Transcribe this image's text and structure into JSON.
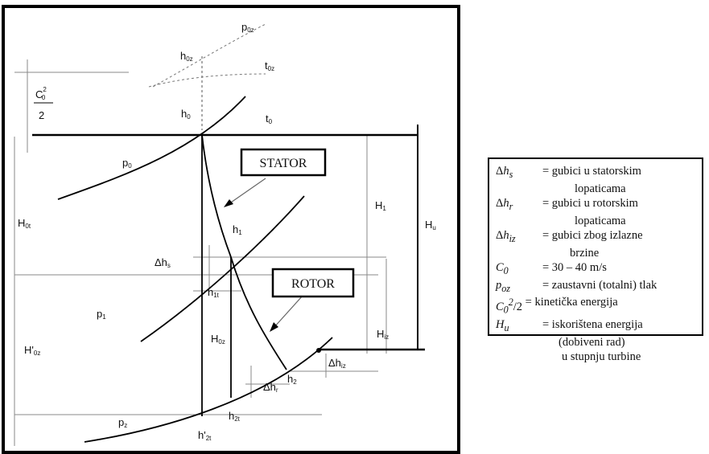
{
  "diagram": {
    "stator_label": "STATOR",
    "rotor_label": "ROTOR",
    "labels": {
      "c0_num": "C",
      "c0_den": "2",
      "p_oz": "p",
      "p_oz_sub": "0z",
      "h_oz": "h",
      "h_oz_sub": "0z",
      "t_oz": "t",
      "t_oz_sub": "0z",
      "h0": "h",
      "h0_sub": "0",
      "t0": "t",
      "t0_sub": "0",
      "p0": "p",
      "p0_sub": "0",
      "h1": "h",
      "h1_sub": "1",
      "h1t": "h",
      "h1t_sub": "1t",
      "dhs": "Δh",
      "dhs_sub": "s",
      "p1": "p",
      "p1_sub": "1",
      "h2": "h",
      "h2_sub": "2",
      "h2t": "h",
      "h2t_sub": "2t",
      "dhr": "Δh",
      "dhr_sub": "r",
      "dhiz": "Δh",
      "dhiz_sub": "iz",
      "pz": "p",
      "pz_sub": "z",
      "h2t_prime": "h'",
      "h2t_prime_sub": "2t",
      "Hst": "H",
      "Hst_sub": "0t",
      "Hprime0z": "H'",
      "Hprime0z_sub": "0z",
      "H1": "H",
      "H1_sub": "1",
      "Hu": "H",
      "Hu_sub": "u",
      "Hiz": "H",
      "Hiz_sub": "iz",
      "Hr": "H",
      "Hr_sub": "0z"
    }
  },
  "legend": {
    "items": [
      {
        "sym": "Δh",
        "sub": "s",
        "text": "= gubici u statorskim",
        "cont": "lopaticama"
      },
      {
        "sym": "Δh",
        "sub": "r",
        "text": "= gubici u rotorskim",
        "cont": "lopaticama"
      },
      {
        "sym": "Δh",
        "sub": "iz",
        "text": "= gubici zbog izlazne",
        "cont": "brzine"
      },
      {
        "sym": "C",
        "sub": "0",
        "text": "= 30 – 40 m/s"
      },
      {
        "sym": "p",
        "sub": "oz",
        "text": "= zaustavni (totalni) tlak"
      },
      {
        "sym": "C",
        "sub": "0",
        "sup": "2",
        "tail": "/2",
        "text": "= kinetička energija"
      },
      {
        "sym": "H",
        "sub": "u",
        "text": "= iskorištena energija",
        "cont": "(dobiveni rad)",
        "cont2": "u stupnju turbine"
      }
    ]
  }
}
